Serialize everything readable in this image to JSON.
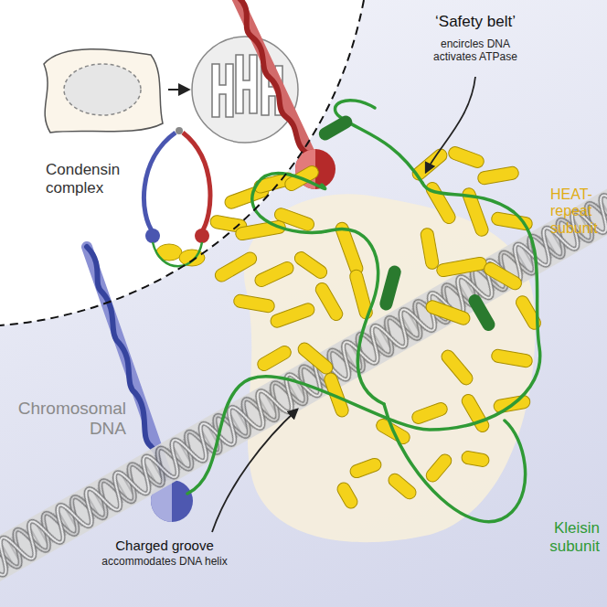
{
  "diagram": {
    "nodes": [
      {
        "text": [
          "Condensin complex"
        ]
      }
    ],
    "labels": [
      "‘Safety belt’",
      "encircles DNA activates ATPase",
      "HEAT-repeat subunit",
      "Chromosomal DNA",
      "Kleisin subunit",
      "Charged groove",
      "accommodates DNA helix"
    ]
  }
}
